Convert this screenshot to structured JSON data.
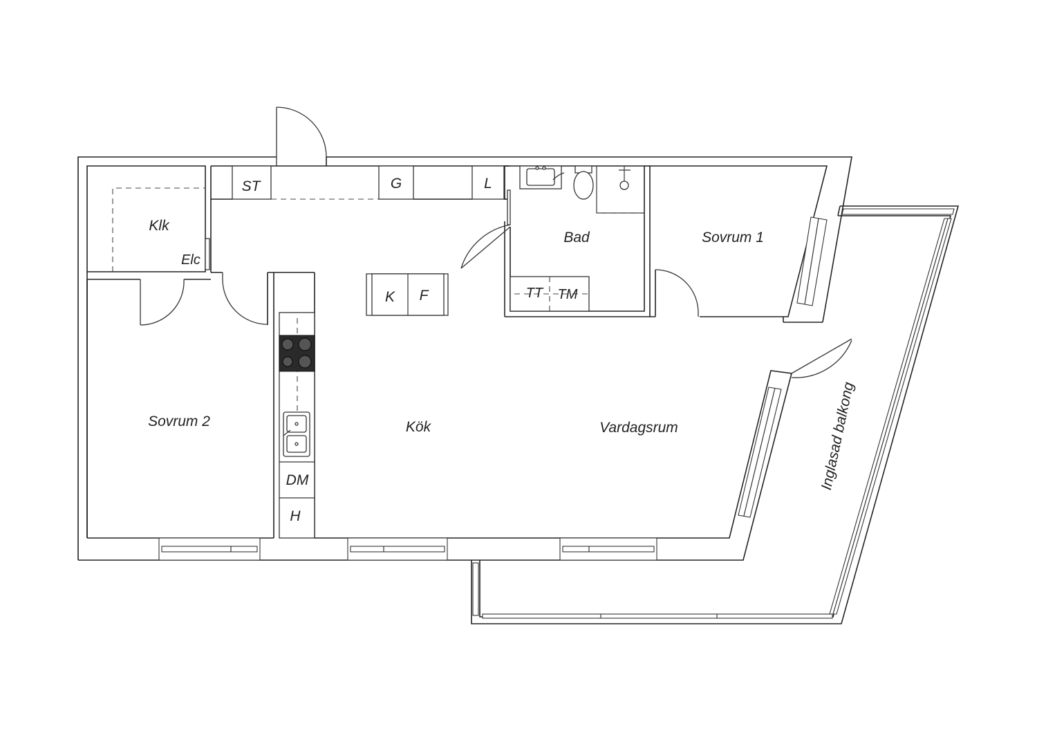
{
  "rooms": {
    "klk": "Klk",
    "elc": "Elc",
    "st": "ST",
    "g": "G",
    "l": "L",
    "bad": "Bad",
    "tt": "TT",
    "tm": "TM",
    "sovrum1": "Sovrum 1",
    "sovrum2": "Sovrum 2",
    "k": "K",
    "f": "F",
    "kok": "Kök",
    "vardagsrum": "Vardagsrum",
    "dm": "DM",
    "h": "H",
    "balkong": "Inglasad balkong"
  },
  "colors": {
    "line": "#222222",
    "hob": "#2a2a2a",
    "background": "#ffffff"
  }
}
